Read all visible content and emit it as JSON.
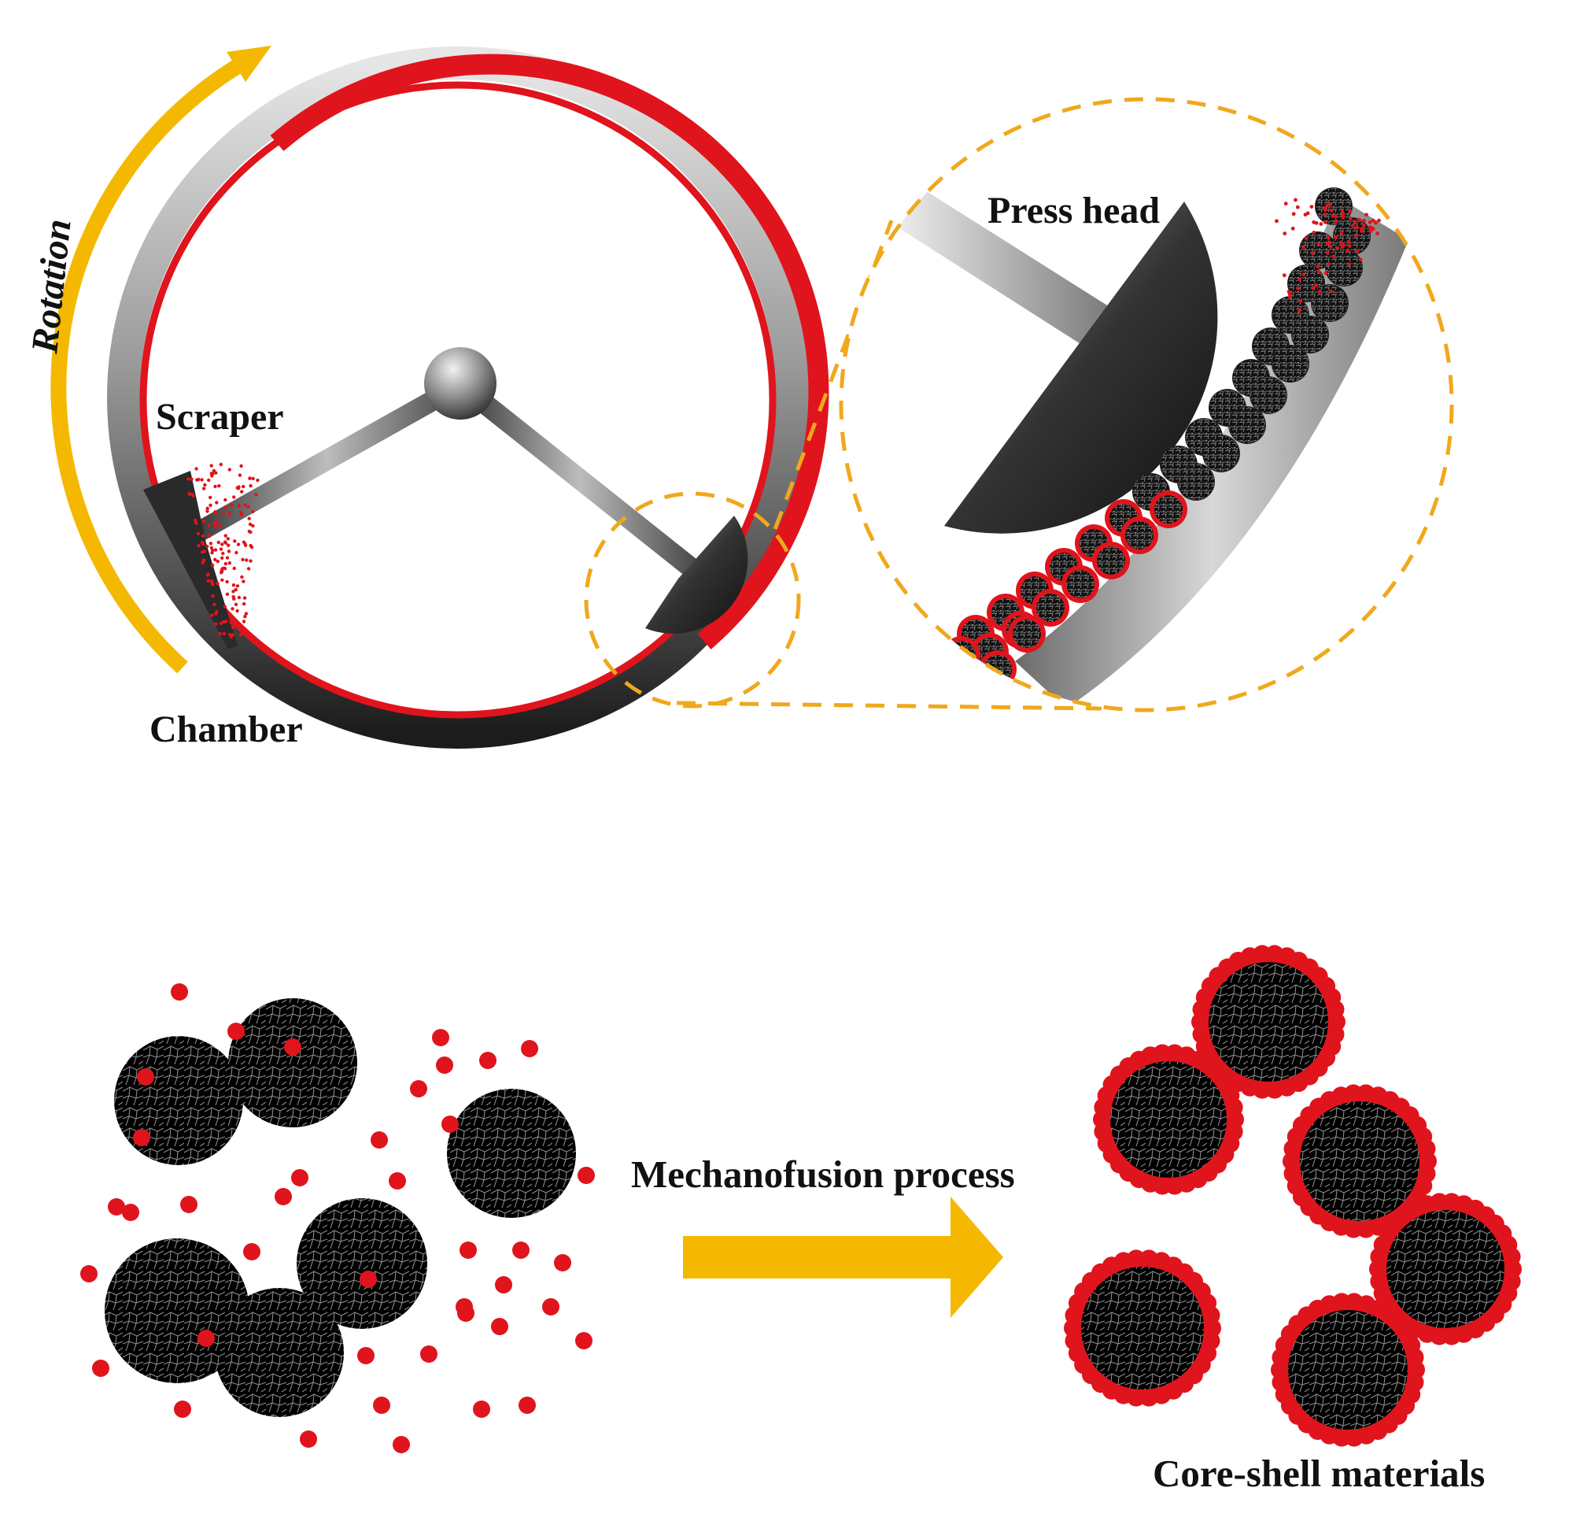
{
  "labels": {
    "rotation": "Rotation",
    "scraper": "Scraper",
    "chamber": "Chamber",
    "press_head": "Press head",
    "process": "Mechanofusion process",
    "result": "Core-shell materials"
  },
  "colors": {
    "shell_red": "#e0141c",
    "accent_yellow": "#f5b800",
    "dashed_yellow": "#f0a81c",
    "core_black": "#000000"
  },
  "icons": {
    "rotation_arrow": "curved-arrow-icon",
    "process_arrow": "right-arrow-icon"
  }
}
